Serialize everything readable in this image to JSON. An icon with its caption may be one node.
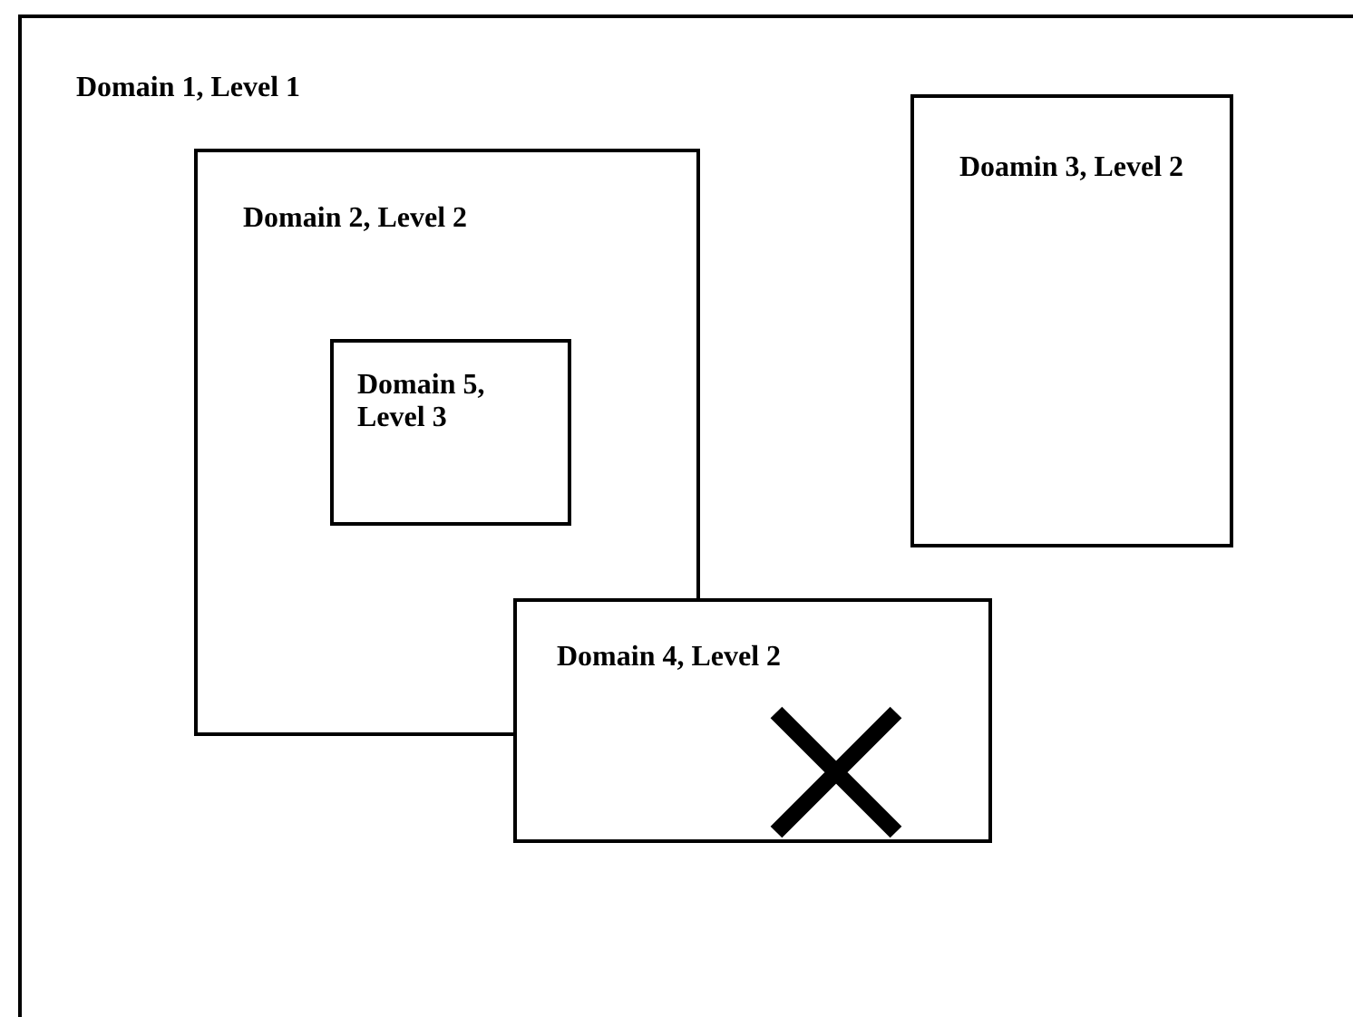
{
  "diagram": {
    "nodes": [
      {
        "text": [
          "Domain 1, Level 1"
        ]
      },
      {
        "text": [
          "Domain 2, Level 2"
        ],
        "in": 0
      },
      {
        "text": [
          "Domain 5, Level 3"
        ],
        "in": 1
      },
      {
        "text": [
          "Doamin 3, Level 2"
        ],
        "in": 0
      },
      {
        "text": [
          "Domain 4, Level 2"
        ],
        "in": 0
      },
      {
        "text": [],
        "shape": "cross",
        "in": 4
      }
    ]
  }
}
